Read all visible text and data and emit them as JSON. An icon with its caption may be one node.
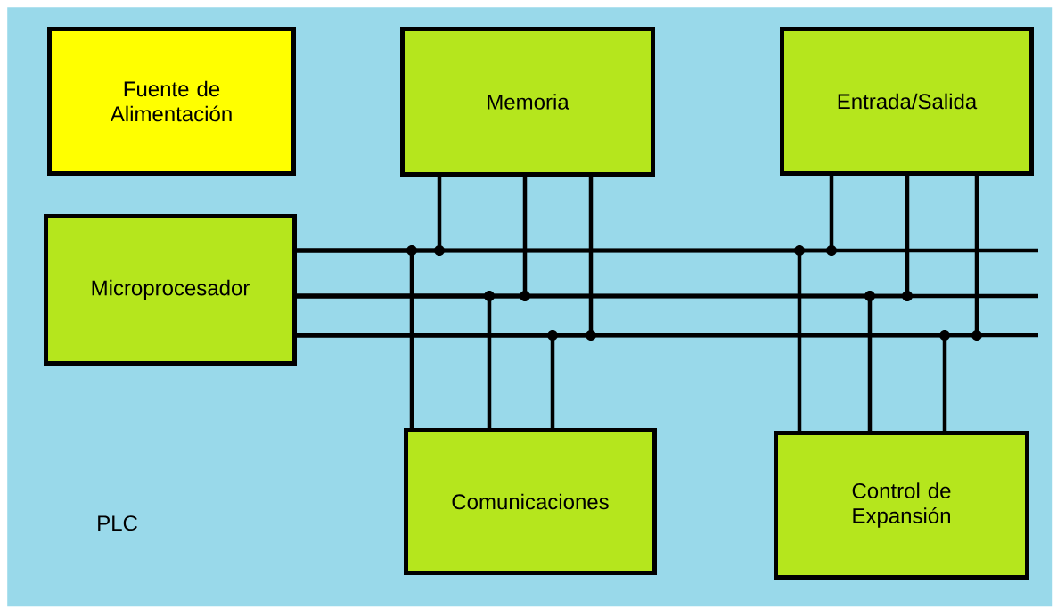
{
  "diagram": {
    "nodes": [
      {
        "text": [
          "PLC"
        ]
      },
      {
        "text": [
          "Fuente de Alimentación"
        ],
        "in": 0
      },
      {
        "text": [
          "Memoria"
        ],
        "in": 0
      },
      {
        "text": [
          "Entrada/Salida"
        ],
        "in": 0
      },
      {
        "text": [
          "Microprocesador"
        ],
        "in": 0
      },
      {
        "text": [
          "Comunicaciones"
        ],
        "in": 0
      },
      {
        "text": [
          "Control de Expansión"
        ],
        "in": 0
      }
    ],
    "edges": [
      {
        "from": 4,
        "to": null,
        "arrow": "none"
      },
      {
        "from": 4,
        "to": null,
        "arrow": "none"
      },
      {
        "from": 4,
        "to": null,
        "arrow": "none"
      },
      {
        "from": 4,
        "to": 2,
        "arrow": "none"
      },
      {
        "from": 4,
        "to": 5,
        "arrow": "none"
      },
      {
        "from": 4,
        "to": 3,
        "arrow": "none"
      },
      {
        "from": 4,
        "to": 6,
        "arrow": "none"
      },
      {
        "from": 4,
        "to": 2,
        "arrow": "none"
      },
      {
        "from": 4,
        "to": 5,
        "arrow": "none"
      },
      {
        "from": 4,
        "to": 3,
        "arrow": "none"
      },
      {
        "from": 4,
        "to": 6,
        "arrow": "none"
      },
      {
        "from": 4,
        "to": 2,
        "arrow": "none"
      },
      {
        "from": 4,
        "to": 5,
        "arrow": "none"
      },
      {
        "from": 4,
        "to": 3,
        "arrow": "none"
      },
      {
        "from": 4,
        "to": 6,
        "arrow": "none"
      }
    ]
  }
}
